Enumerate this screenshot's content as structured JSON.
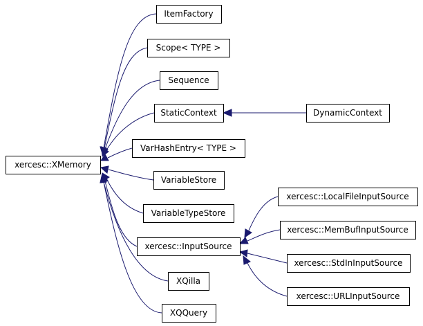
{
  "diagram": {
    "nodes": [
      {
        "id": "xmemory",
        "label": "xercesc::XMemory"
      },
      {
        "id": "itemfactory",
        "label": "ItemFactory"
      },
      {
        "id": "scope",
        "label": "Scope< TYPE >"
      },
      {
        "id": "sequence",
        "label": "Sequence"
      },
      {
        "id": "staticcontext",
        "label": "StaticContext"
      },
      {
        "id": "dynamiccontext",
        "label": "DynamicContext"
      },
      {
        "id": "varhashentry",
        "label": "VarHashEntry< TYPE >"
      },
      {
        "id": "variablestore",
        "label": "VariableStore"
      },
      {
        "id": "variabletypestore",
        "label": "VariableTypeStore"
      },
      {
        "id": "inputsource",
        "label": "xercesc::InputSource"
      },
      {
        "id": "xqilla",
        "label": "XQilla"
      },
      {
        "id": "xqquery",
        "label": "XQQuery"
      },
      {
        "id": "localfileinputsource",
        "label": "xercesc::LocalFileInputSource"
      },
      {
        "id": "membufinputsource",
        "label": "xercesc::MemBufInputSource"
      },
      {
        "id": "stdininputsource",
        "label": "xercesc::StdInInputSource"
      },
      {
        "id": "urlinputsource",
        "label": "xercesc::URLInputSource"
      }
    ],
    "edges": [
      {
        "from": "itemfactory",
        "to": "xmemory"
      },
      {
        "from": "scope",
        "to": "xmemory"
      },
      {
        "from": "sequence",
        "to": "xmemory"
      },
      {
        "from": "staticcontext",
        "to": "xmemory"
      },
      {
        "from": "varhashentry",
        "to": "xmemory"
      },
      {
        "from": "variablestore",
        "to": "xmemory"
      },
      {
        "from": "variabletypestore",
        "to": "xmemory"
      },
      {
        "from": "inputsource",
        "to": "xmemory"
      },
      {
        "from": "xqilla",
        "to": "xmemory"
      },
      {
        "from": "xqquery",
        "to": "xmemory"
      },
      {
        "from": "dynamiccontext",
        "to": "staticcontext"
      },
      {
        "from": "localfileinputsource",
        "to": "inputsource"
      },
      {
        "from": "membufinputsource",
        "to": "inputsource"
      },
      {
        "from": "stdininputsource",
        "to": "inputsource"
      },
      {
        "from": "urlinputsource",
        "to": "inputsource"
      }
    ]
  }
}
